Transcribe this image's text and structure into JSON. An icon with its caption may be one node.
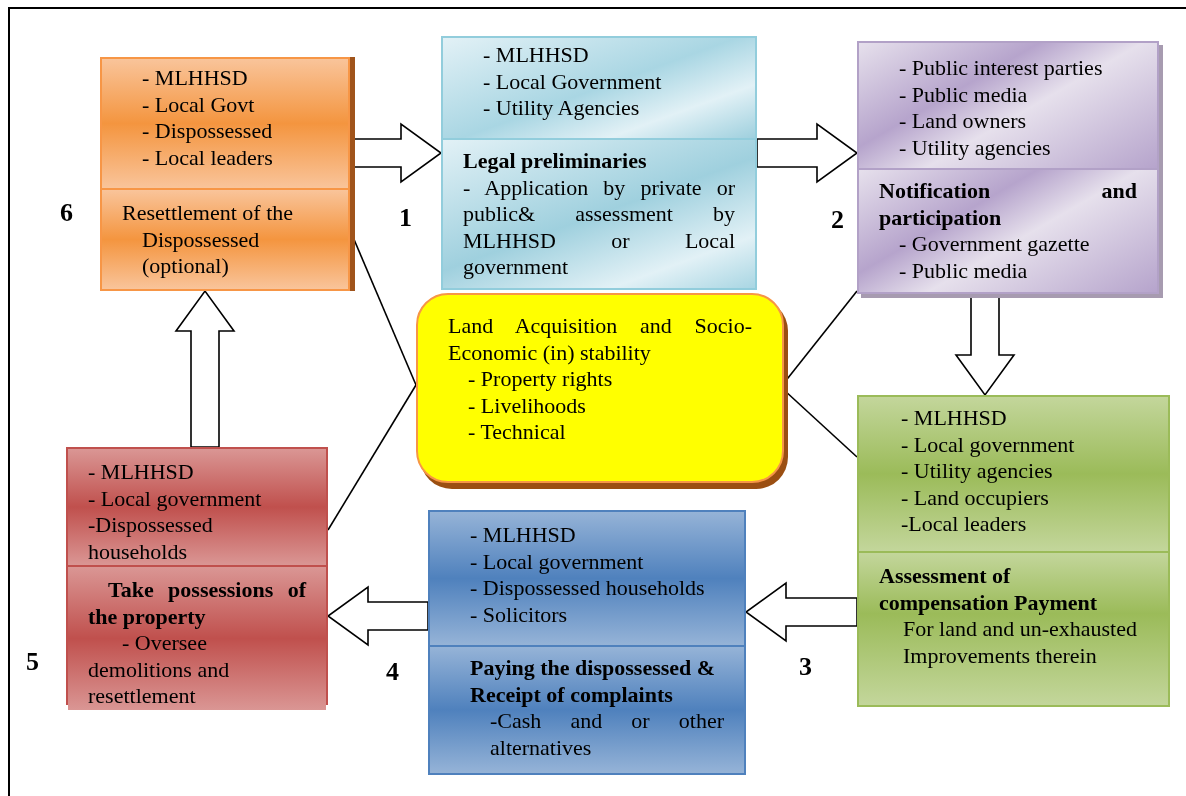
{
  "diagram": {
    "nodes": [
      {
        "text": [
          "- MLHHSD",
          "- Local Govt",
          "- Dispossessed",
          "- Local leaders",
          "Resettlement of the Dispossessed (optional)"
        ],
        "beside": [
          "6"
        ]
      },
      {
        "text": [
          "- MLHHSD",
          "- Local Government",
          "- Utility Agencies",
          "Legal preliminaries",
          "- Application by private or public& assessment by MLHHSD or Local government"
        ],
        "beside": [
          "1"
        ]
      },
      {
        "text": [
          "- Public interest parties",
          "- Public media",
          "- Land owners",
          "- Utility agencies",
          "Notification and participation",
          "- Government gazette",
          "- Public media"
        ],
        "beside": [
          "2"
        ]
      },
      {
        "text": [
          "Land Acquisition and Socio-Economic (in) stability",
          "- Property rights",
          "- Livelihoods",
          "- Technical"
        ]
      },
      {
        "text": [
          "- MLHHSD",
          "- Local government",
          "-Dispossessed households",
          "Take possessions of the property",
          "- Oversee demolitions and resettlement"
        ],
        "beside": [
          "5"
        ]
      },
      {
        "text": [
          "- MLHHSD",
          "- Local government",
          "- Utility agencies",
          "- Land occupiers",
          "-Local leaders",
          "Assessment of compensation Payment",
          "For land and un-exhausted Improvements therein"
        ],
        "beside": [
          "3"
        ]
      },
      {
        "text": [
          "- MLHHSD",
          "- Local government",
          "- Dispossessed households",
          "- Solicitors",
          "Paying the dispossessed & Receipt of complaints",
          "-Cash and or other alternatives"
        ],
        "beside": [
          "4"
        ]
      }
    ],
    "edges": [
      {
        "from": 0,
        "to": 1,
        "arrow": "to"
      },
      {
        "from": 1,
        "to": 2,
        "arrow": "to"
      },
      {
        "from": 2,
        "to": 5,
        "arrow": "to"
      },
      {
        "from": 5,
        "to": 6,
        "arrow": "to"
      },
      {
        "from": 6,
        "to": 4,
        "arrow": "to"
      },
      {
        "from": 4,
        "to": 0,
        "arrow": "to"
      },
      {
        "from": 3,
        "to": 0,
        "arrow": "none"
      },
      {
        "from": 3,
        "to": 4,
        "arrow": "none"
      },
      {
        "from": 3,
        "to": 2,
        "arrow": "none"
      },
      {
        "from": 3,
        "to": 5,
        "arrow": "none"
      }
    ]
  }
}
